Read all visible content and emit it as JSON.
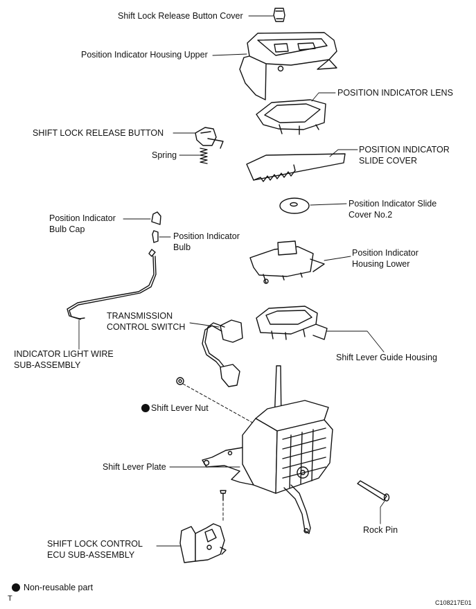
{
  "labels": {
    "shift_lock_release_button_cover": "Shift Lock Release Button Cover",
    "position_indicator_housing_upper": "Position Indicator Housing Upper",
    "position_indicator_lens": "POSITION INDICATOR LENS",
    "shift_lock_release_button": "SHIFT LOCK RELEASE BUTTON",
    "spring": "Spring",
    "position_indicator_slide_cover_l1": "POSITION INDICATOR",
    "position_indicator_slide_cover_l2": "SLIDE COVER",
    "slide_cover_no2_l1": "Position Indicator Slide",
    "slide_cover_no2_l2": "Cover No.2",
    "bulb_cap_l1": "Position Indicator",
    "bulb_cap_l2": "Bulb Cap",
    "bulb_l1": "Position  Indicator",
    "bulb_l2": "Bulb",
    "housing_lower_l1": "Position Indicator",
    "housing_lower_l2": "Housing Lower",
    "transmission_switch_l1": "TRANSMISSION",
    "transmission_switch_l2": "CONTROL SWITCH",
    "shift_lever_guide_housing": "Shift Lever Guide Housing",
    "indicator_wire_l1": "INDICATOR LIGHT WIRE",
    "indicator_wire_l2": "SUB-ASSEMBLY",
    "shift_lever_nut": "Shift Lever Nut",
    "shift_lever_plate": "Shift Lever Plate",
    "rock_pin": "Rock Pin",
    "ecu_l1": "SHIFT LOCK CONTROL",
    "ecu_l2": "ECU SUB-ASSEMBLY"
  },
  "legend": {
    "non_reusable": "Non-reusable part"
  },
  "footer": {
    "corner_mark": "T",
    "figure_code": "C108217E01"
  }
}
